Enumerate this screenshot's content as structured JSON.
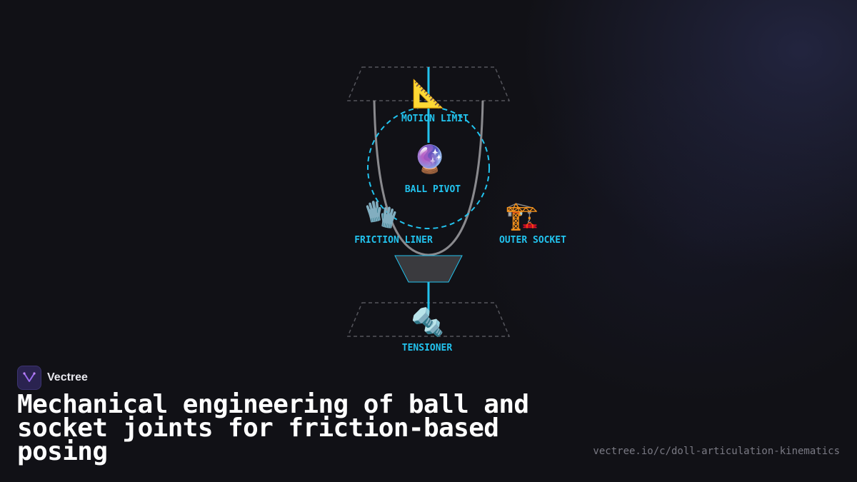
{
  "brand": {
    "name": "Vectree",
    "logo_icon": "vectree-logo-icon"
  },
  "title": "Mechanical engineering of ball and socket joints for friction-based posing",
  "url": "vectree.io/c/doll-articulation-kinematics",
  "colors": {
    "background": "#111116",
    "accent": "#22c3ee",
    "socket_outline": "#8a8a8e",
    "title": "#ffffff",
    "url": "#7a7a84"
  },
  "diagram": {
    "nodes": [
      {
        "id": "motion_limit",
        "label": "MOTION LIMIT",
        "icon": "triangular-ruler-icon",
        "glyph": "📐"
      },
      {
        "id": "ball_pivot",
        "label": "BALL PIVOT",
        "icon": "crystal-ball-icon",
        "glyph": "🔮"
      },
      {
        "id": "friction_liner",
        "label": "FRICTION LINER",
        "icon": "gloves-icon",
        "glyph": "🧤"
      },
      {
        "id": "outer_socket",
        "label": "OUTER SOCKET",
        "icon": "crane-icon",
        "glyph": "🏗️"
      },
      {
        "id": "tensioner",
        "label": "TENSIONER",
        "icon": "nut-and-bolt-icon",
        "glyph": "🔩"
      }
    ]
  }
}
